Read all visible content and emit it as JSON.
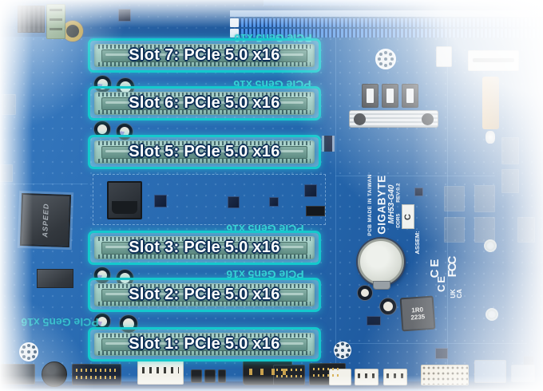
{
  "meta": {
    "subject": "GIGABYTE MH53-G40 motherboard photo with six highlighted PCIe slots"
  },
  "slots": [
    {
      "label": "Slot 7: PCIe 5.0 x16"
    },
    {
      "label": "Slot 6: PCIe 5.0 x16"
    },
    {
      "label": "Slot 5: PCIe 5.0 x16"
    },
    {
      "label": "Slot 3: PCIe 5.0 x16"
    },
    {
      "label": "Slot 2: PCIe 5.0 x16"
    },
    {
      "label": "Slot 1: PCIe 5.0 x16"
    }
  ],
  "silkscreen": {
    "pcie_gen5": "PCIe Gen5 x16",
    "made_in": "PCB MADE IN TAIWAN",
    "brand": "GIGABYTE",
    "model": "MH53-G40",
    "ddr": "DDR5",
    "revision": "REV:0.2",
    "assem_label": "ASSEM:",
    "assem_value": "C",
    "ce_mark": "CE",
    "fcc_mark": "FCC",
    "ukca_line1": "UK",
    "ukca_line2": "CA",
    "aspeed": "ASPEED",
    "inductor_line1": "1R0",
    "inductor_line2": "2235"
  },
  "colors": {
    "highlight_teal": "#14c9cd",
    "board_blue": "#2465ab",
    "dimm_blue": "#3b82d8",
    "silkscreen_teal": "#38d2d6"
  }
}
